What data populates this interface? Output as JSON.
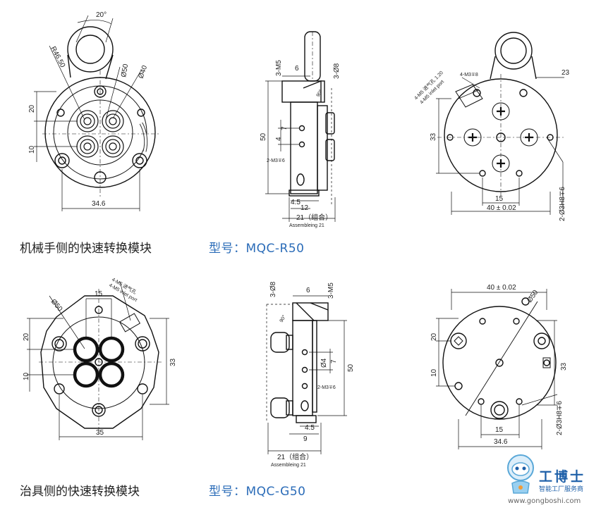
{
  "captions": {
    "top_title": "机械手侧的快速转换模块",
    "top_model": "型号：MQC-R50",
    "bottom_title": "治具侧的快速转换模块",
    "bottom_model": "型号：MQC-G50"
  },
  "dims_top_left": {
    "angle": "20°",
    "radius": "R46.50",
    "dia50": "Ø50",
    "dia40": "Ø40",
    "d20": "20",
    "d10": "10",
    "width": "34.6"
  },
  "dims_top_mid": {
    "m5": "3-M5",
    "d6": "6",
    "d8": "3-Ø8",
    "angle": "90°",
    "d50": "50",
    "d7": "7",
    "d4": "4",
    "m3": "2-M3∓6",
    "d45": "4.5",
    "d12": "12",
    "d21": "21（组合）",
    "assembly": "Assembleing 21"
  },
  "dims_top_right": {
    "m3": "4-M3∓8",
    "m5a": "4-M5 进气孔 1.20",
    "m5b": "4-M5 inlet port",
    "d23": "23",
    "d33": "33",
    "d15": "15",
    "d40": "40 ± 0.02",
    "pin": "2-Ø3H8∓6"
  },
  "dims_bottom_left": {
    "dia50": "Ø50",
    "d15": "15",
    "m5a": "4-M5 进气孔",
    "m5b": "4-M5 inlet port",
    "d20": "20",
    "d10": "10",
    "d33": "33",
    "width": "35"
  },
  "dims_bottom_mid": {
    "d8": "3-Ø8",
    "d6": "6",
    "m5": "3-M5",
    "angle": "90°",
    "d4": "Ø4",
    "d7": "7",
    "d50": "50",
    "m3": "2-M3∓6",
    "d45": "4.5",
    "d9": "9",
    "d21": "21（组合）",
    "assembly": "Assembleing 21"
  },
  "dims_bottom_right": {
    "d40": "40 ± 0.02",
    "dia50": "Ø50",
    "d20": "20",
    "d10": "10",
    "d33": "33",
    "pin": "2-Ø3H8∓6",
    "d15": "15",
    "width": "34.6"
  },
  "brand": {
    "name": "工博士",
    "tagline": "智能工厂服务商",
    "url": "www.gongboshi.com"
  }
}
